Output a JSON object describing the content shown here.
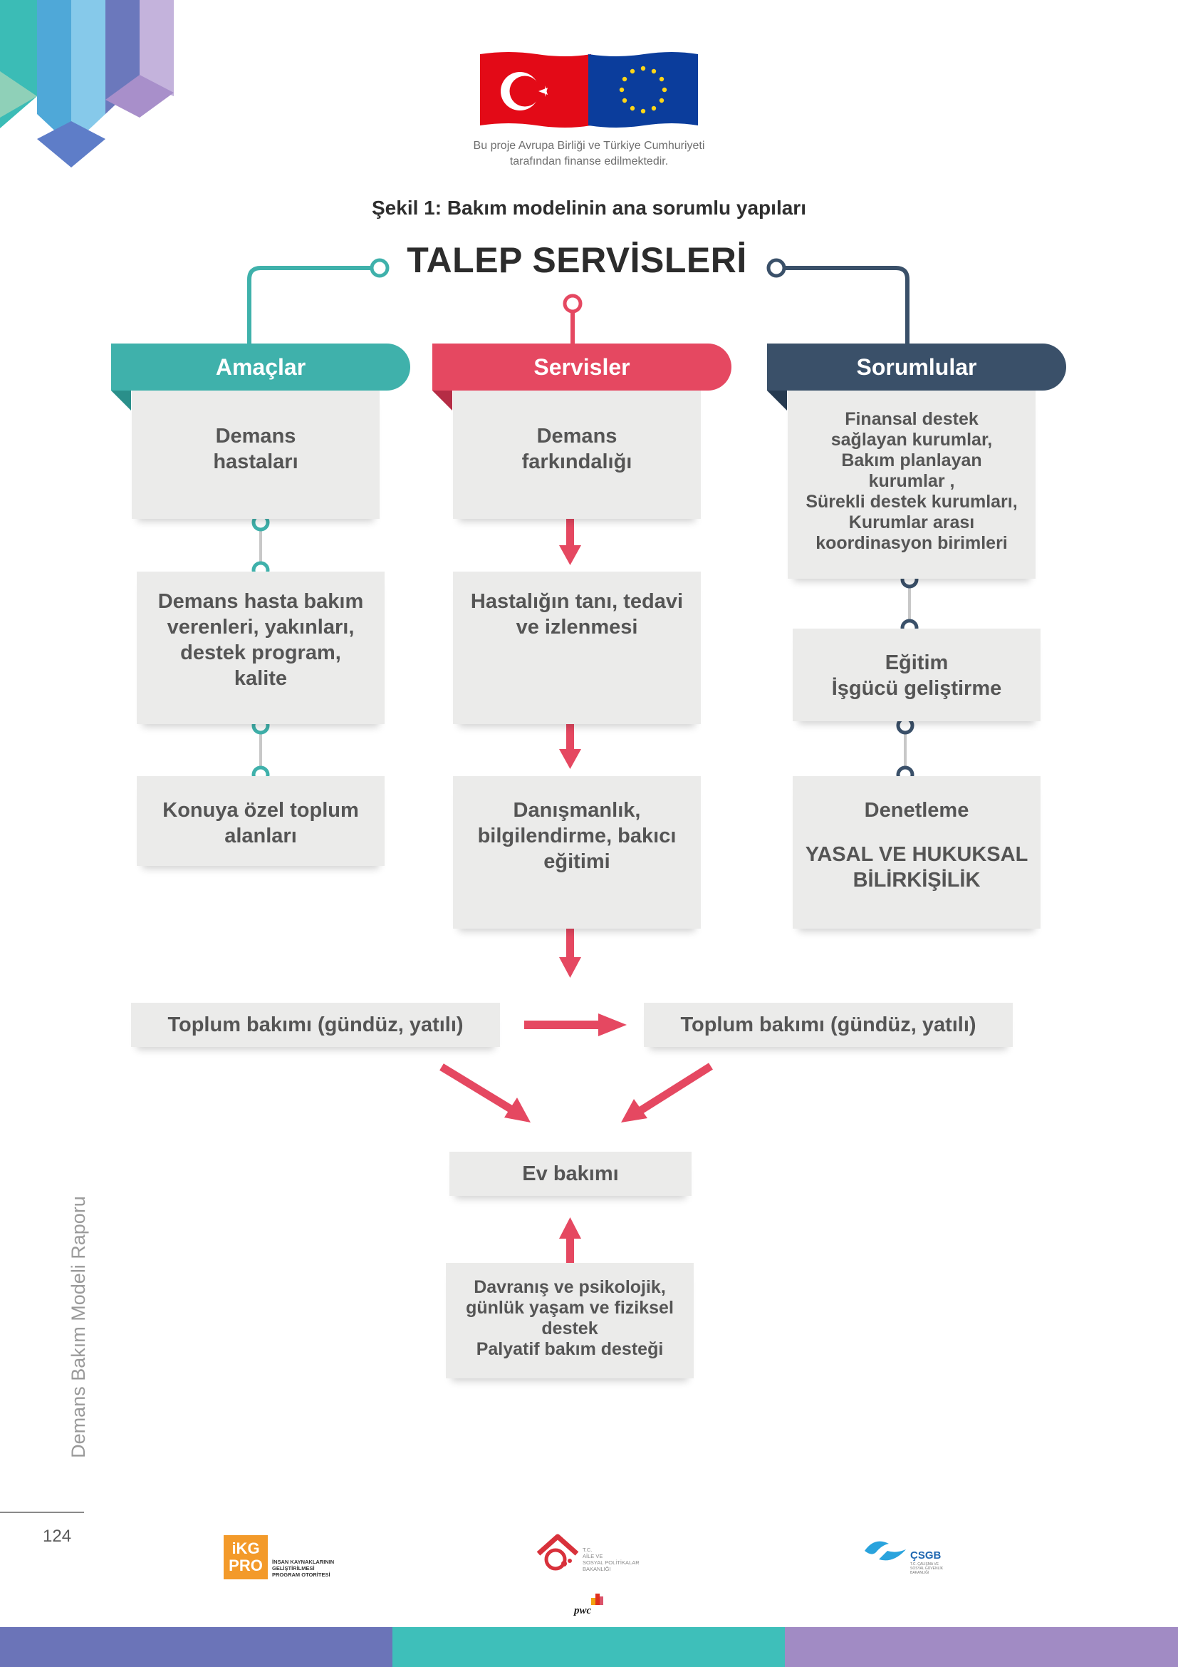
{
  "header": {
    "eu_caption_line1": "Bu proje Avrupa Birliği ve Türkiye Cumhuriyeti",
    "eu_caption_line2": "tarafından finanse edilmektedir.",
    "figure_caption": "Şekil 1: Bakım modelinin ana sorumlu yapıları",
    "diagram_title": "TALEP SERVİSLERİ"
  },
  "columns": {
    "left": {
      "label": "Amaçlar",
      "boxes": [
        {
          "lines": [
            "Demans",
            "hastaları"
          ]
        },
        {
          "lines": [
            "Demans hasta bakım",
            "verenleri, yakınları,",
            "destek program,",
            "kalite"
          ]
        },
        {
          "lines": [
            "Konuya özel toplum",
            "alanları"
          ]
        }
      ]
    },
    "middle": {
      "label": "Servisler",
      "boxes": [
        {
          "lines": [
            "Demans",
            "farkındalığı"
          ]
        },
        {
          "lines": [
            "Hastalığın tanı, tedavi",
            "ve izlenmesi"
          ]
        },
        {
          "lines": [
            "Danışmanlık,",
            "bilgilendirme, bakıcı",
            "eğitimi"
          ]
        }
      ]
    },
    "right": {
      "label": "Sorumlular",
      "boxes": [
        {
          "lines": [
            "Finansal destek",
            "sağlayan kurumlar,",
            "Bakım planlayan",
            "kurumlar ,",
            "Sürekli destek kurumları,",
            "Kurumlar arası",
            "koordinasyon birimleri"
          ]
        },
        {
          "lines": [
            "Eğitim",
            "İşgücü geliştirme"
          ]
        },
        {
          "lines": [
            "Denetleme",
            "",
            "YASAL VE HUKUKSAL",
            "BİLİRKİŞİLİK"
          ]
        }
      ]
    }
  },
  "flow": {
    "community_left": "Toplum bakımı (gündüz, yatılı)",
    "community_right": "Toplum bakımı (gündüz, yatılı)",
    "home_care": "Ev bakımı",
    "support_lines": [
      "Davranış ve psikolojik,",
      "günlük yaşam ve fiziksel",
      "destek",
      "Palyatif bakım desteği"
    ]
  },
  "sidebar": {
    "report_title": "Demans Bakım Modeli Raporu",
    "page_number": "124"
  },
  "footer": {
    "ikg_logo_text": [
      "iKG",
      "PRO"
    ],
    "ikg_caption": [
      "İNSAN KAYNAKLARININ",
      "GELİŞTİRİLMESİ",
      "PROGRAM OTORİTESİ"
    ],
    "aile_caption": [
      "T.C.",
      "AİLE VE",
      "SOSYAL POLİTİKALAR",
      "BAKANLIĞI"
    ],
    "pwc_text": "pwc",
    "csgb_text": "ÇSGB",
    "csgb_caption": [
      "T.C. ÇALIŞMA VE",
      "SOSYAL GÜVENLİK",
      "BAKANLIĞI"
    ]
  },
  "colors": {
    "teal": "#3fb1ab",
    "red": "#e54861",
    "navy": "#3a5069",
    "box_bg": "#ebebea",
    "footer_blue": "#6b74b8",
    "footer_teal": "#3ebfba",
    "footer_purple": "#a18bc4"
  }
}
